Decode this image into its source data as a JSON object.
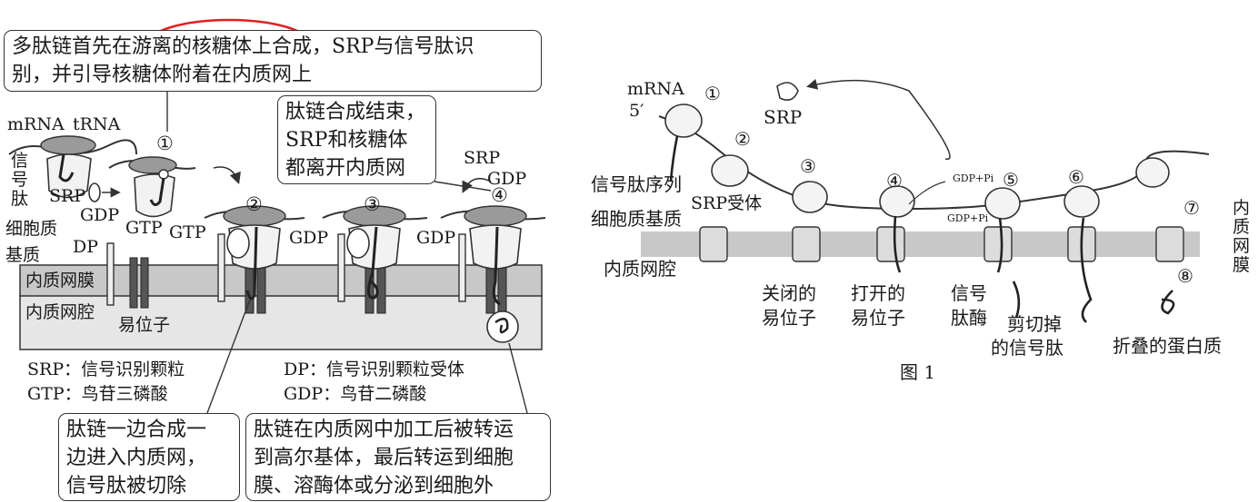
{
  "left": {
    "callout_top": [
      "多肽链首先在游离的核糖体上合成，SRP与信号肽识",
      "别，并引导核糖体附着在内质网上"
    ],
    "callout_end": [
      "肽链合成结束，",
      "SRP和核糖体",
      "都离开内质网"
    ],
    "callout_bottom_left": [
      "肽链一边合成一",
      "边进入内质网，",
      "信号肽被切除"
    ],
    "callout_bottom_right": [
      "肽链在内质网中加工后被转运",
      "到高尔基体，最后转运到细胞",
      "膜、溶酶体或分泌到细胞外"
    ],
    "labels": {
      "mrna": "mRNA",
      "trna": "tRNA",
      "signal_peptide": [
        "信",
        "号",
        "肽"
      ],
      "srp": "SRP",
      "gdp": "GDP",
      "gtp": "GTP",
      "dp": "DP",
      "cytoplasm": [
        "细胞质",
        "基质"
      ],
      "er_membrane": "内质网膜",
      "er_lumen": "内质网腔",
      "translocon": "易位子",
      "srp_gdp": "SRP",
      "gdp_out": "GDP"
    },
    "steps": [
      "①",
      "②",
      "③",
      "④"
    ],
    "legend_left": [
      "SRP：信号识别颗粒",
      "GTP：鸟苷三磷酸"
    ],
    "legend_right": [
      "DP：信号识别颗粒受体",
      "GDP：鸟苷二磷酸"
    ]
  },
  "right": {
    "labels": {
      "mrna": "mRNA",
      "five_prime": "5′",
      "srp": "SRP",
      "signal_seq": "信号肽序列",
      "srp_receptor": "SRP受体",
      "cytoplasm": "细胞质基质",
      "er_lumen": "内质网腔",
      "er_membrane": [
        "内",
        "质",
        "网",
        "膜"
      ],
      "gdp_pi": "GDP+Pi",
      "closed_translocon": [
        "关闭的",
        "易位子"
      ],
      "open_translocon": [
        "打开的",
        "易位子"
      ],
      "signal_peptidase": [
        "信号",
        "肽酶"
      ],
      "cleaved_signal": [
        "剪切掉",
        "的信号肽"
      ],
      "folded_protein": "折叠的蛋白质"
    },
    "steps": [
      "①",
      "②",
      "③",
      "④",
      "⑤",
      "⑥",
      "⑦",
      "⑧"
    ],
    "caption": "图 1"
  },
  "colors": {
    "membrane": "#c8c8c8",
    "lumen": "#e6e6e6",
    "highlight_oval": "#e02020"
  }
}
